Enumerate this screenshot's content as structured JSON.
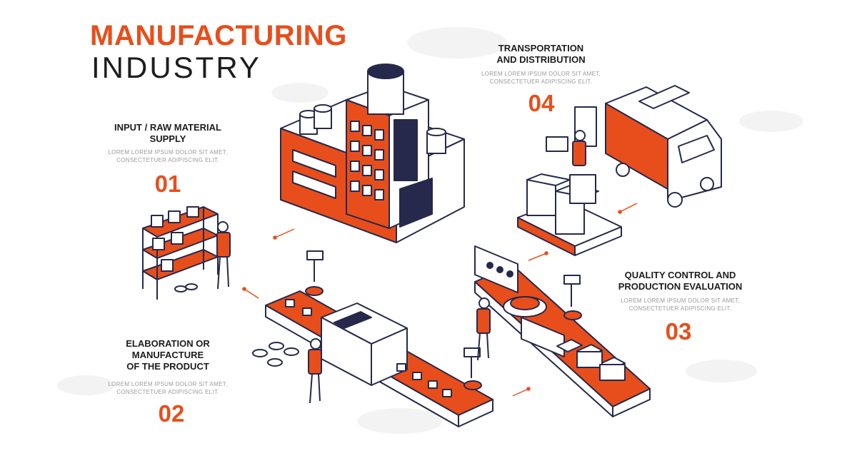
{
  "title": {
    "line1": "MANUFACTURING",
    "line2": "INDUSTRY"
  },
  "steps": [
    {
      "number": "01",
      "title_l1": "INPUT / RAW MATERIAL",
      "title_l2": "SUPPLY",
      "desc_l1": "LOREM LOREM IPSUM DOLOR SIT AMET,",
      "desc_l2": "CONSECTETUER ADIPISCING ELIT."
    },
    {
      "number": "02",
      "title_l1": "ELABORATION OR",
      "title_l2": "MANUFACTURE",
      "title_l3": "OF THE PRODUCT",
      "desc_l1": "LOREM LOREM IPSUM DOLOR SIT AMET,",
      "desc_l2": "CONSECTETUER ADIPISCING ELIT."
    },
    {
      "number": "03",
      "title_l1": "QUALITY CONTROL AND",
      "title_l2": "PRODUCTION EVALUATION",
      "desc_l1": "LOREM LOREM IPSUM DOLOR SIT AMET,",
      "desc_l2": "CONSECTETUER ADIPISCING ELIT."
    },
    {
      "number": "04",
      "title_l1": "TRANSPORTATION",
      "title_l2": "AND DISTRIBUTION",
      "desc_l1": "LOREM LOREM IPSUM DOLOR SIT AMET,",
      "desc_l2": "CONSECTETUER ADIPISCING ELIT."
    }
  ],
  "colors": {
    "accent": "#e84e1b",
    "navy": "#26294b",
    "ink": "#1d1d1d",
    "muted": "#9a9a9a"
  },
  "illustrations": [
    "raw-material-shelf",
    "factory-building",
    "assembly-conveyor",
    "quality-control-station",
    "delivery-truck"
  ]
}
